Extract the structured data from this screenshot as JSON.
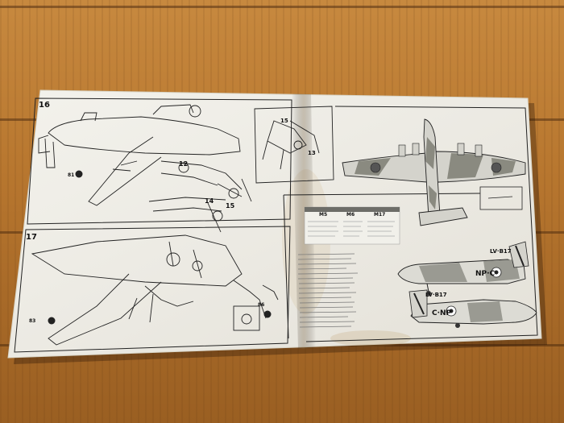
{
  "photo": {
    "subject": "instruction-sheet",
    "steps": [
      {
        "number": "16"
      },
      {
        "number": "17"
      }
    ],
    "part_numbers": [
      "12",
      "14",
      "15",
      "13",
      "15"
    ],
    "callout_numbers": [
      "81",
      "83",
      "86"
    ],
    "markings": {
      "top_code": "LV·B17",
      "top_fuselage": "NP·C",
      "bottom_code": "LV·B17",
      "bottom_fuselage": "C·NP"
    },
    "paint_columns": [
      "M5",
      "M6",
      "M17"
    ],
    "colors": {
      "wood": "#b8772f",
      "paper": "#efeee8",
      "line": "#222222",
      "camo_dark": "#8a8a80",
      "camo_light": "#d4d3cc"
    }
  }
}
